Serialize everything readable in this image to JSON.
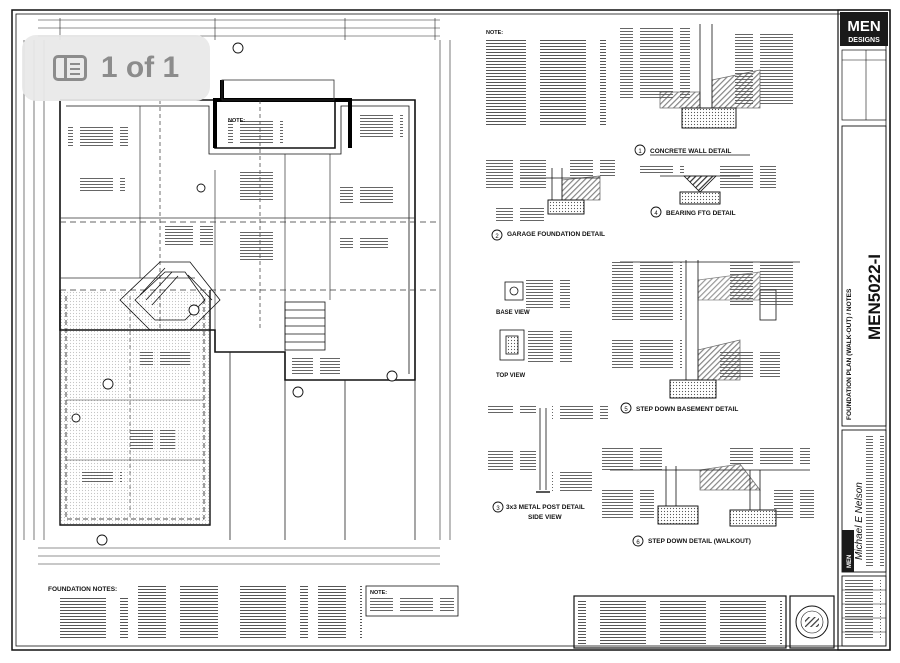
{
  "viewer": {
    "page_indicator": "1 of 1",
    "page_icon": "pages-icon"
  },
  "plan": {
    "note_label": "NOTE:",
    "foundation_notes_title": "FOUNDATION NOTES:",
    "note_box_title": "NOTE:"
  },
  "details": {
    "notes_title": "NOTE:",
    "d1": "CONCRETE WALL DETAIL",
    "d1_num": "1",
    "d2": "GARAGE FOUNDATION DETAIL",
    "d2_num": "2",
    "d4": "BEARING FTG DETAIL",
    "d4_num": "4",
    "base_view": "BASE VIEW",
    "top_view": "TOP VIEW",
    "d3": "3x3 METAL POST DETAIL",
    "d3_num": "3",
    "side_view": "SIDE VIEW",
    "d5": "STEP DOWN BASEMENT DETAIL",
    "d5_num": "5",
    "d6": "STEP DOWN DETAIL (WALKOUT)",
    "d6_num": "6"
  },
  "titleblock": {
    "logo_top": "MEN",
    "logo_bottom": "DESIGNS",
    "sheet_title": "FOUNDATION PLAN (WALK-OUT) / NOTES",
    "sheet_number": "MEN5022-I",
    "signature": "Michael E Nelson",
    "small_logo": "MEN"
  }
}
